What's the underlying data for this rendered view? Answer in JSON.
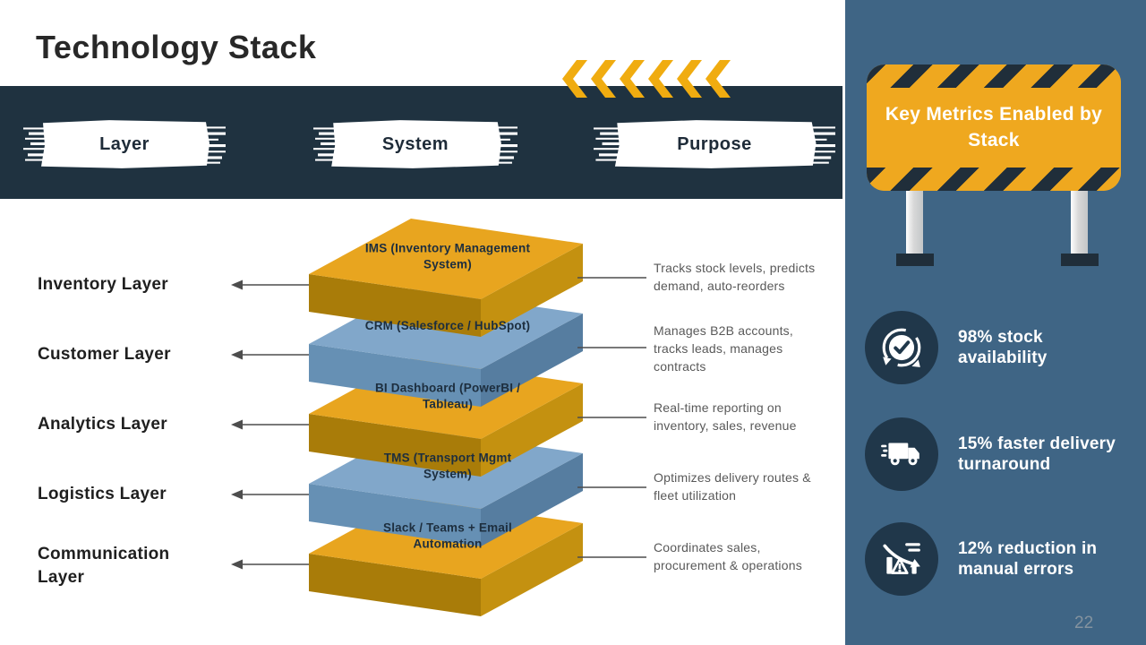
{
  "slide": {
    "title": "Technology Stack",
    "page_number": "22"
  },
  "table_header": {
    "columns": [
      "Layer",
      "System",
      "Purpose"
    ]
  },
  "stack_layers": [
    {
      "layer_label": "Inventory Layer",
      "system": "IMS (Inventory Management System)",
      "purpose": "Tracks stock levels, predicts demand, auto-reorders"
    },
    {
      "layer_label": "Customer Layer",
      "system": "CRM (Salesforce / HubSpot)",
      "purpose": "Manages B2B accounts, tracks leads, manages contracts"
    },
    {
      "layer_label": "Analytics Layer",
      "system": "BI Dashboard (PowerBI / Tableau)",
      "purpose": "Real-time reporting on inventory, sales, revenue"
    },
    {
      "layer_label": "Logistics Layer",
      "system": "TMS (Transport Mgmt System)",
      "purpose": "Optimizes delivery routes & fleet utilization"
    },
    {
      "layer_label": "Communication Layer",
      "system": "Slack / Teams + Email Automation",
      "purpose": "Coordinates sales, procurement & operations"
    }
  ],
  "sidebar": {
    "sign_title": "Key Metrics Enabled by Stack",
    "metrics": [
      {
        "icon": "sync-check-icon",
        "text": "98% stock availability"
      },
      {
        "icon": "delivery-truck-icon",
        "text": "15% faster delivery turnaround"
      },
      {
        "icon": "error-reduction-icon",
        "text": "12% reduction in manual errors"
      }
    ]
  },
  "colors": {
    "accent_yellow": "#E8A51F",
    "band_navy": "#1F3240",
    "sidebar_blue": "#3F6585",
    "icon_circle_navy": "#20374A",
    "slab_blue": "#81A7CA",
    "purpose_text_gray": "#595959"
  }
}
